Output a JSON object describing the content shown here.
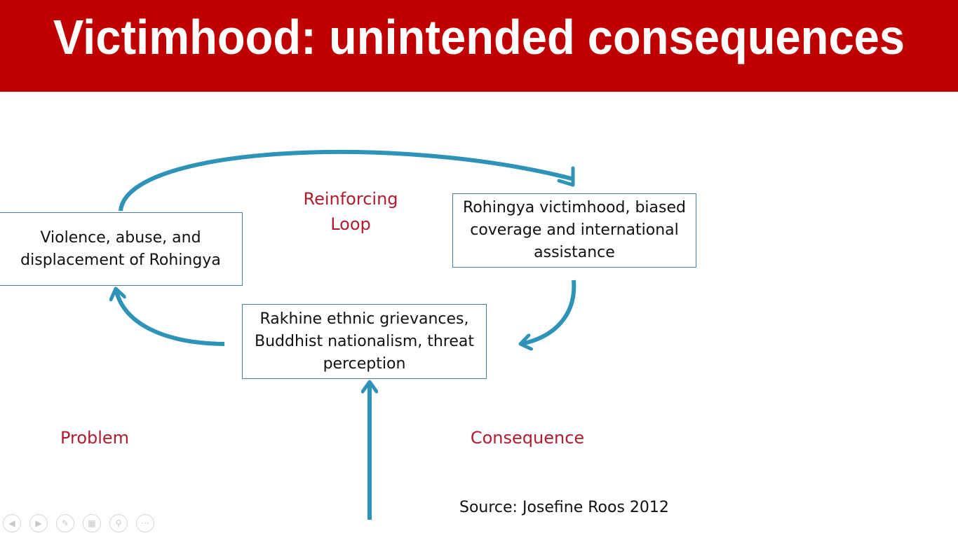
{
  "slide": {
    "title": "Victimhood: unintended consequences",
    "colors": {
      "title_bar": "#c00000",
      "accent_red_text": "#b01c2e",
      "arrow": "#2e93b8",
      "box_border": "#4a7ea8"
    }
  },
  "diagram": {
    "nodes": {
      "violence": "Violence, abuse, and displacement of Rohingya",
      "victimhood": "Rohingya victimhood, biased coverage and international assistance",
      "rakhine": "Rakhine ethnic grievances, Buddhist nationalism, threat perception"
    },
    "loop_label": "Reinforcing Loop",
    "problem_label": "Problem",
    "consequence_label": "Consequence",
    "edges": [
      {
        "from": "violence",
        "to": "victimhood"
      },
      {
        "from": "victimhood",
        "to": "rakhine"
      },
      {
        "from": "rakhine",
        "to": "violence"
      }
    ]
  },
  "source": "Source: Josefine Roos 2012",
  "player_controls": {
    "icons": [
      "previous-icon",
      "next-icon",
      "pen-icon",
      "slides-icon",
      "zoom-icon",
      "more-icon"
    ]
  }
}
